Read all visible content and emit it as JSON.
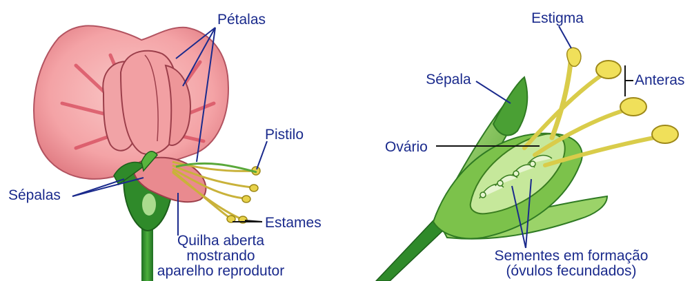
{
  "left_flower": {
    "labels": {
      "petalas": "Pétalas",
      "pistilo": "Pistilo",
      "sepalas": "Sépalas",
      "estames": "Estames",
      "quilha_line1": "Quilha aberta",
      "quilha_line2": "mostrando",
      "quilha_line3": "aparelho reprodutor"
    }
  },
  "right_flower": {
    "labels": {
      "estigma": "Estigma",
      "sepala": "Sépala",
      "anteras": "Anteras",
      "ovario": "Ovário",
      "sementes_line1": "Sementes em formação",
      "sementes_line2": "(óvulos fecundados)"
    }
  },
  "colors": {
    "label_text": "#1a2a8c",
    "petal_pink": "#f4a3a6",
    "petal_dark": "#d9636e",
    "leaf_green": "#3f9b34",
    "light_green": "#a6d96a",
    "pollen_yellow": "#e8d24a"
  }
}
